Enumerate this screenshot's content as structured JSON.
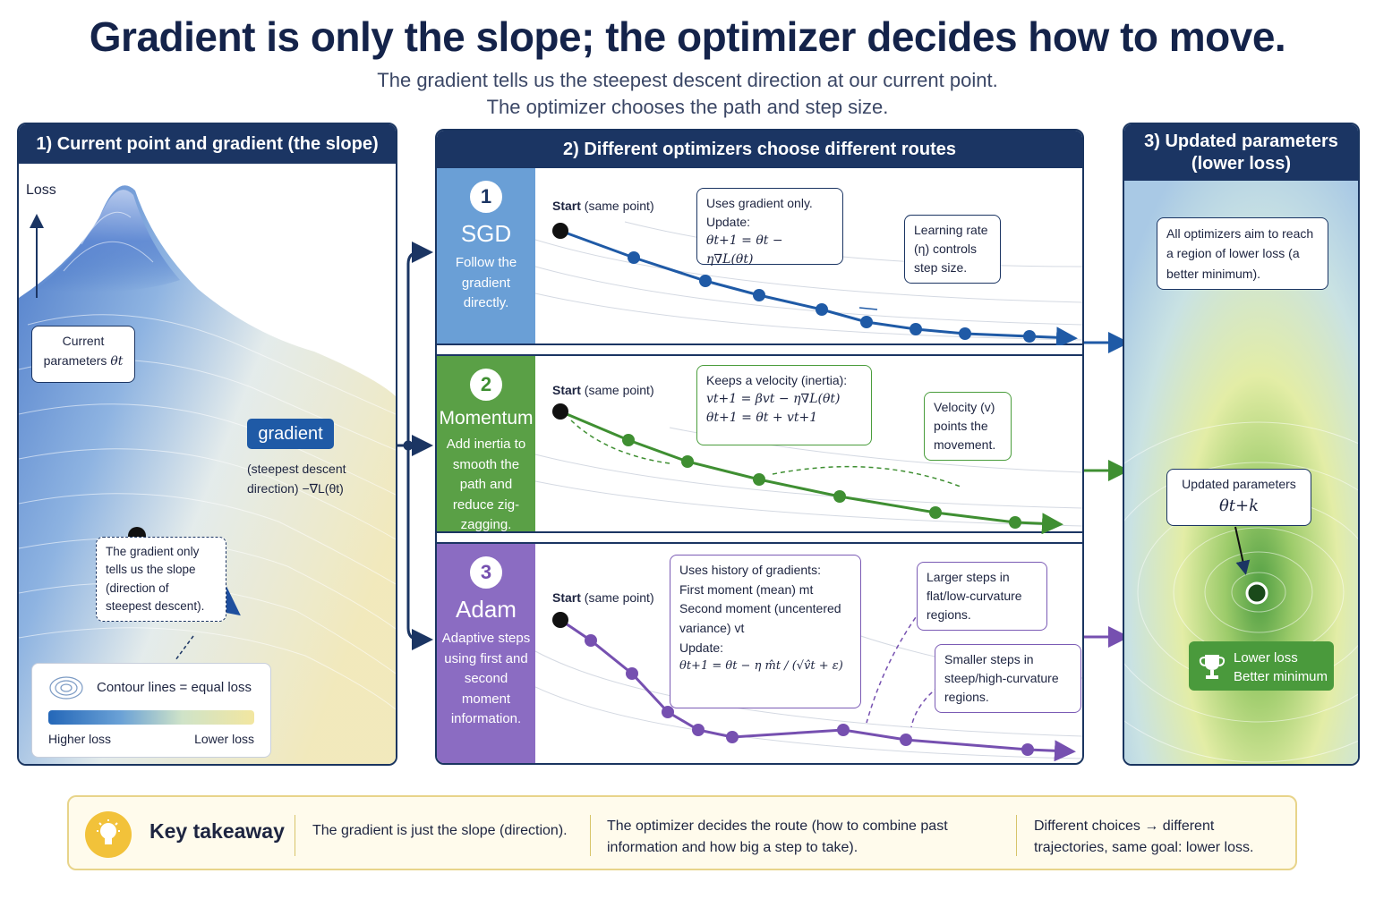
{
  "title": "Gradient is only the slope; the optimizer decides how to move.",
  "subtitle_line1": "The gradient tells us the steepest descent direction at our current point.",
  "subtitle_line2": "The optimizer chooses the path and step size.",
  "panel1": {
    "header": "1) Current point and gradient (the slope)",
    "axis_label": "Loss",
    "current_params_line1": "Current",
    "current_params_line2": "parameters",
    "current_params_symbol": "θt",
    "gradient_badge": "gradient",
    "gradient_desc_line1": "(steepest descent",
    "gradient_desc_line2": "direction) −∇L(θt)",
    "note": "The gradient only tells us the slope (direction of steepest descent).",
    "legend": {
      "contour_label": "Contour lines = equal loss",
      "higher": "Higher loss",
      "lower": "Lower loss"
    }
  },
  "panel2": {
    "header": "2) Different optimizers choose different routes",
    "start_label": "Start",
    "start_suffix": "(same point)",
    "sgd": {
      "number": "1",
      "name": "SGD",
      "desc": "Follow the gradient directly.",
      "callout_title": "Uses gradient only.",
      "callout_update": "Update:",
      "callout_formula": "θt+1 = θt − η∇L(θt)",
      "lr_note": "Learning rate (η) controls step size.",
      "color": "#1f5aa6"
    },
    "momentum": {
      "number": "2",
      "name": "Momentum",
      "desc": "Add inertia to smooth the path and reduce zig-zagging.",
      "callout_title": "Keeps a velocity (inertia):",
      "formula1": "vt+1 = βvt − η∇L(θt)",
      "formula2": "θt+1 = θt + vt+1",
      "velocity_note": "Velocity (v) points the movement.",
      "color": "#3f8f32"
    },
    "adam": {
      "number": "3",
      "name": "Adam",
      "desc": "Adaptive steps using first and second moment information.",
      "callout_title": "Uses history of gradients:",
      "first_moment": "First moment (mean) mt",
      "second_moment": "Second moment (uncentered variance) vt",
      "callout_update": "Update:",
      "formula": "θt+1 = θt − η m̂t / (√v̂t + ε)",
      "large_steps": "Larger steps in flat/low-curvature regions.",
      "small_steps": "Smaller steps in steep/high-curvature regions.",
      "color": "#7650b0"
    }
  },
  "panel3": {
    "header": "3) Updated parameters (lower loss)",
    "aim_note": "All optimizers aim to reach a region of lower loss (a better minimum).",
    "updated_label": "Updated parameters",
    "updated_symbol": "θt+k",
    "badge_line1": "Lower loss",
    "badge_line2": "Better minimum"
  },
  "takeaway": {
    "title": "Key takeaway",
    "point1": "The gradient is just the slope (direction).",
    "point2": "The optimizer decides the route (how to combine past information and how big a step to take).",
    "point3": "Different choices → different trajectories, same goal: lower loss."
  }
}
